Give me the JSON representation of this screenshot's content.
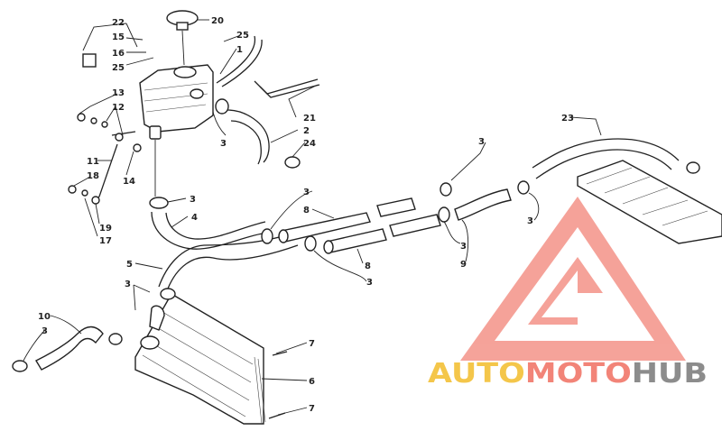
{
  "callouts": [
    {
      "id": "c22",
      "text": "22"
    },
    {
      "id": "c15",
      "text": "15"
    },
    {
      "id": "c16",
      "text": "16"
    },
    {
      "id": "c25a",
      "text": "25"
    },
    {
      "id": "c20",
      "text": "20"
    },
    {
      "id": "c25b",
      "text": "25"
    },
    {
      "id": "c1",
      "text": "1"
    },
    {
      "id": "c13",
      "text": "13"
    },
    {
      "id": "c12",
      "text": "12"
    },
    {
      "id": "c21",
      "text": "21"
    },
    {
      "id": "c3a",
      "text": "3"
    },
    {
      "id": "c2",
      "text": "2"
    },
    {
      "id": "c24",
      "text": "24"
    },
    {
      "id": "c14",
      "text": "14"
    },
    {
      "id": "c11",
      "text": "11"
    },
    {
      "id": "c18",
      "text": "18"
    },
    {
      "id": "c19",
      "text": "19"
    },
    {
      "id": "c17",
      "text": "17"
    },
    {
      "id": "c3b",
      "text": "3"
    },
    {
      "id": "c4",
      "text": "4"
    },
    {
      "id": "c23",
      "text": "23"
    },
    {
      "id": "c3c",
      "text": "3"
    },
    {
      "id": "c3d",
      "text": "3"
    },
    {
      "id": "c8a",
      "text": "8"
    },
    {
      "id": "c3e",
      "text": "3"
    },
    {
      "id": "c3f",
      "text": "3"
    },
    {
      "id": "c8b",
      "text": "8"
    },
    {
      "id": "c3g",
      "text": "3"
    },
    {
      "id": "c9",
      "text": "9"
    },
    {
      "id": "c5",
      "text": "5"
    },
    {
      "id": "c3h",
      "text": "3"
    },
    {
      "id": "c10",
      "text": "10"
    },
    {
      "id": "c3i",
      "text": "3"
    },
    {
      "id": "c7a",
      "text": "7"
    },
    {
      "id": "c6",
      "text": "6"
    },
    {
      "id": "c7b",
      "text": "7"
    }
  ],
  "watermark": {
    "part1": "AUTO",
    "part2": "MOTO",
    "part3": "HUB",
    "color_yellow": "#f4c64a",
    "color_red": "#f28478",
    "color_gray": "#8c8c8c"
  }
}
